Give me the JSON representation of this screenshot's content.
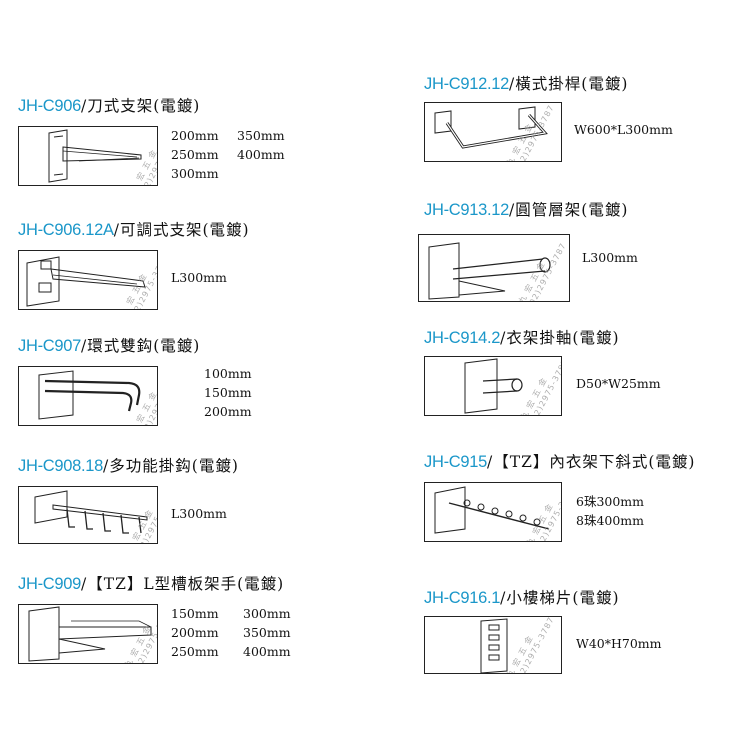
{
  "products": [
    {
      "code": "JH-C906",
      "name": "/刀式支架(電鍍)",
      "specs": [
        "200mm",
        "350mm",
        "250mm",
        "400mm",
        "300mm"
      ]
    },
    {
      "code": "JH-C906.12A",
      "name": "/可調式支架(電鍍)",
      "specs": [
        "L300mm"
      ]
    },
    {
      "code": "JH-C907",
      "name": "/環式雙鈎(電鍍)",
      "specs": [
        "100mm",
        "150mm",
        "200mm"
      ]
    },
    {
      "code": "JH-C908.18",
      "name": "/多功能掛鈎(電鍍)",
      "specs": [
        "L300mm"
      ]
    },
    {
      "code": "JH-C909",
      "name": "/【TZ】L型槽板架手(電鍍)",
      "specs": [
        "150mm",
        "300mm",
        "200mm",
        "350mm",
        "250mm",
        "400mm"
      ]
    },
    {
      "code": "JH-C912.12",
      "name": "/橫式掛桿(電鍍)",
      "specs": [
        "W600*L300mm"
      ]
    },
    {
      "code": "JH-C913.12",
      "name": "/圓管層架(電鍍)",
      "specs": [
        "L300mm"
      ]
    },
    {
      "code": "JH-C914.2",
      "name": "/衣架掛軸(電鍍)",
      "specs": [
        "D50*W25mm"
      ]
    },
    {
      "code": "JH-C915",
      "name": "/【TZ】內衣架下斜式(電鍍)",
      "specs": [
        "6珠300mm",
        "8珠400mm"
      ]
    },
    {
      "code": "JH-C916.1",
      "name": "/小樓梯片(電鍍)",
      "specs": [
        "W40*H70mm"
      ]
    }
  ],
  "watermark": {
    "name": "九 宏 五 金",
    "phone": "(02)2975-3787"
  }
}
